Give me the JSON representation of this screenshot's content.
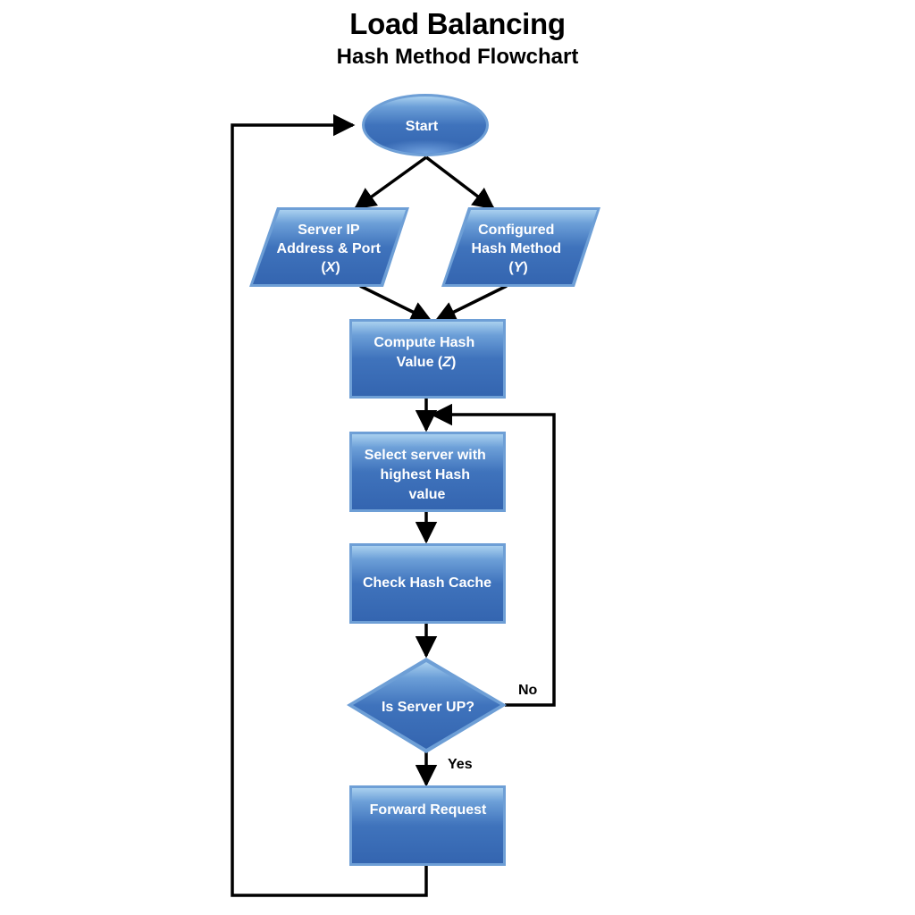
{
  "header": {
    "title": "Load Balancing",
    "subtitle": "Hash Method Flowchart"
  },
  "nodes": {
    "start": {
      "label": "Start"
    },
    "server_ip": {
      "lines": [
        "Server IP",
        "Address & Port"
      ],
      "var": "X"
    },
    "hash_method": {
      "lines": [
        "Configured",
        "Hash Method"
      ],
      "var": "Y"
    },
    "compute_hash": {
      "line1": "Compute Hash",
      "line2_prefix": "Value (",
      "var": "Z",
      "line2_suffix": ")"
    },
    "select_server": {
      "lines": [
        "Select server with",
        "highest Hash",
        "value"
      ]
    },
    "check_cache": {
      "label": "Check Hash Cache"
    },
    "is_server_up": {
      "label": "Is Server UP?"
    },
    "forward_request": {
      "label": "Forward Request"
    }
  },
  "edges": {
    "no_label": "No",
    "yes_label": "Yes"
  },
  "colors": {
    "shape_top": "#9dc6ea",
    "shape_mid": "#4a80c4",
    "shape_bottom": "#2d5fa6",
    "shape_border": "#6e9fd6",
    "arrow": "#000000"
  }
}
